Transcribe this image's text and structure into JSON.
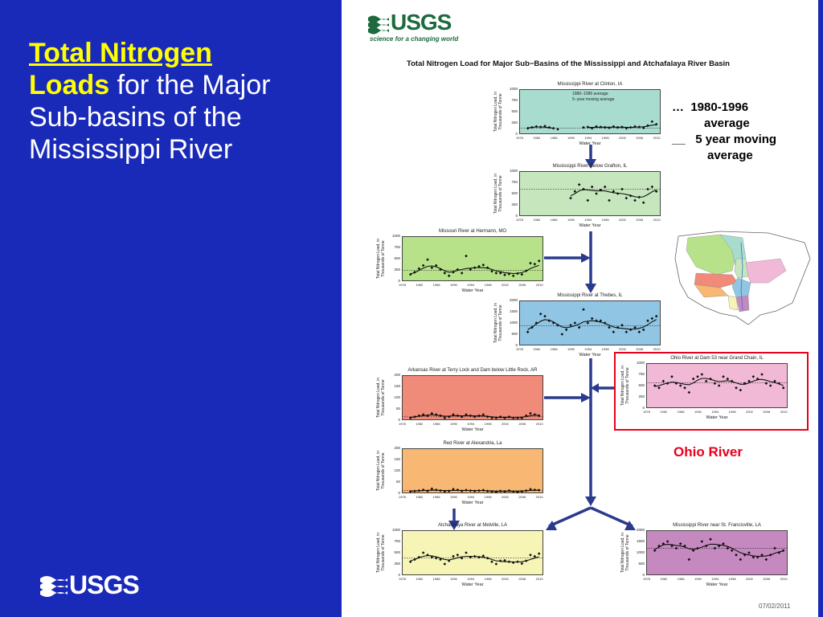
{
  "slide": {
    "title_part1": "Total Nitrogen",
    "title_part2": "Loads",
    "title_rest": " for the Major Sub-basins of the Mississippi River",
    "logo_text": "USGS",
    "usgs_tagline": "science for a changing world",
    "figure_title": "Total Nitrogen Load for Major Sub−Basins of the Mississippi and Atchafalaya River Basin",
    "legend_dots": "…",
    "legend_avg_line1": "1980-1996",
    "legend_avg_line2": "average",
    "legend_dash": "__",
    "legend_ma_line1": "5 year moving",
    "legend_ma_line2": "average",
    "ohio_label": "Ohio River",
    "date": "07/02/2011"
  },
  "colors": {
    "left_bg": "#1a2ab8",
    "title_highlight": "#ffff00",
    "ohio_red": "#e8001c",
    "usgs_green": "#1d6a3e",
    "arrow_blue": "#2a3a8c"
  },
  "common": {
    "ylabel": "Total Nitrogen Load, in Thousands of Tonne",
    "xlabel": "Water Year",
    "xticks": [
      "1978",
      "1982",
      "1986",
      "1990",
      "1994",
      "1998",
      "2002",
      "2006",
      "2010"
    ],
    "inplot_legend_avg": "1980−1996 average",
    "inplot_legend_ma": "5−year moving average"
  },
  "chart_data": [
    {
      "type": "scatter",
      "title": "Mississippi River at Clinton, IA",
      "bg": "#a8dccf",
      "yticks": [
        "0",
        "250",
        "500",
        "750",
        "1000"
      ],
      "ylim": [
        0,
        1000
      ],
      "xlim": [
        1978,
        2011
      ],
      "average": 130,
      "x": [
        1980,
        1981,
        1982,
        1983,
        1984,
        1985,
        1986,
        1987,
        1993,
        1994,
        1995,
        1996,
        1997,
        1998,
        1999,
        2000,
        2001,
        2002,
        2003,
        2004,
        2005,
        2006,
        2007,
        2008,
        2009,
        2010
      ],
      "values": [
        130,
        150,
        170,
        160,
        180,
        150,
        130,
        110,
        150,
        160,
        130,
        170,
        160,
        150,
        140,
        170,
        150,
        160,
        130,
        150,
        170,
        160,
        140,
        190,
        280,
        220
      ],
      "moving_average": [
        140,
        150,
        160,
        160,
        155,
        145,
        130,
        null,
        null,
        150,
        150,
        152,
        155,
        155,
        155,
        155,
        155,
        158,
        150,
        150,
        155,
        160,
        165,
        180,
        200,
        210
      ]
    },
    {
      "type": "scatter",
      "title": "Mississippi River Below Grafton, IL",
      "bg": "#c6e7bd",
      "yticks": [
        "0",
        "250",
        "500",
        "750",
        "1000"
      ],
      "ylim": [
        0,
        1000
      ],
      "xlim": [
        1978,
        2011
      ],
      "average": 600,
      "x": [
        1990,
        1991,
        1992,
        1993,
        1994,
        1995,
        1996,
        1997,
        1998,
        1999,
        2000,
        2001,
        2002,
        2003,
        2004,
        2005,
        2006,
        2007,
        2008,
        2009,
        2010
      ],
      "values": [
        400,
        550,
        700,
        600,
        350,
        650,
        500,
        580,
        650,
        350,
        550,
        500,
        600,
        400,
        450,
        350,
        420,
        300,
        600,
        650,
        550
      ],
      "moving_average": [
        450,
        500,
        560,
        590,
        580,
        570,
        560,
        560,
        560,
        540,
        520,
        510,
        500,
        480,
        460,
        430,
        420,
        430,
        480,
        540,
        580
      ]
    },
    {
      "type": "scatter",
      "title": "Missouri River at Hermann, MO",
      "bg": "#b7e28a",
      "yticks": [
        "0",
        "250",
        "500",
        "750",
        "1000"
      ],
      "ylim": [
        0,
        1000
      ],
      "xlim": [
        1978,
        2011
      ],
      "average": 240,
      "x": [
        1980,
        1981,
        1982,
        1983,
        1984,
        1985,
        1986,
        1987,
        1988,
        1989,
        1990,
        1991,
        1992,
        1993,
        1994,
        1995,
        1996,
        1997,
        1998,
        1999,
        2000,
        2001,
        2002,
        2003,
        2004,
        2005,
        2006,
        2007,
        2008,
        2009,
        2010
      ],
      "values": [
        150,
        200,
        280,
        350,
        480,
        300,
        350,
        260,
        180,
        120,
        200,
        260,
        180,
        560,
        260,
        300,
        330,
        360,
        300,
        220,
        180,
        180,
        140,
        160,
        120,
        170,
        150,
        230,
        400,
        380,
        450
      ],
      "moving_average": [
        160,
        190,
        240,
        290,
        330,
        340,
        320,
        280,
        230,
        200,
        210,
        240,
        260,
        280,
        290,
        300,
        300,
        300,
        290,
        260,
        230,
        210,
        190,
        180,
        170,
        175,
        190,
        230,
        280,
        320,
        350
      ]
    },
    {
      "type": "scatter",
      "title": "Mississippi River at Thebes, IL",
      "bg": "#90c6e3",
      "yticks": [
        "0",
        "500",
        "1000",
        "1500",
        "2000"
      ],
      "ylim": [
        0,
        2000
      ],
      "xlim": [
        1978,
        2011
      ],
      "average": 880,
      "x": [
        1980,
        1981,
        1982,
        1983,
        1984,
        1985,
        1986,
        1987,
        1988,
        1989,
        1990,
        1991,
        1992,
        1993,
        1994,
        1995,
        1996,
        1997,
        1998,
        1999,
        2000,
        2001,
        2002,
        2003,
        2004,
        2005,
        2006,
        2007,
        2008,
        2009,
        2010
      ],
      "values": [
        600,
        800,
        1000,
        1400,
        1300,
        1100,
        1000,
        900,
        500,
        700,
        900,
        1000,
        800,
        1600,
        1000,
        1200,
        1100,
        1100,
        1000,
        800,
        600,
        800,
        900,
        600,
        700,
        800,
        600,
        700,
        1100,
        1200,
        1300
      ],
      "moving_average": [
        700,
        820,
        950,
        1080,
        1150,
        1120,
        1050,
        920,
        820,
        790,
        820,
        880,
        950,
        1050,
        1080,
        1100,
        1080,
        1040,
        980,
        900,
        820,
        780,
        760,
        740,
        720,
        730,
        760,
        820,
        920,
        1050,
        1150
      ]
    },
    {
      "type": "scatter",
      "title": "Ohio River at Dam 53 near Grand Chain, IL",
      "bg": "#f1b9d6",
      "yticks": [
        "0",
        "250",
        "500",
        "750",
        "1000"
      ],
      "ylim": [
        0,
        1000
      ],
      "xlim": [
        1978,
        2011
      ],
      "average": 560,
      "x": [
        1980,
        1981,
        1982,
        1983,
        1984,
        1985,
        1986,
        1987,
        1988,
        1989,
        1990,
        1991,
        1992,
        1993,
        1994,
        1995,
        1996,
        1997,
        1998,
        1999,
        2000,
        2001,
        2002,
        2003,
        2004,
        2005,
        2006,
        2007,
        2008,
        2009,
        2010
      ],
      "values": [
        500,
        450,
        600,
        550,
        700,
        550,
        500,
        450,
        350,
        650,
        700,
        750,
        600,
        650,
        550,
        500,
        700,
        650,
        600,
        450,
        400,
        550,
        600,
        700,
        650,
        750,
        550,
        500,
        600,
        550,
        450
      ],
      "moving_average": [
        480,
        500,
        530,
        560,
        580,
        570,
        550,
        530,
        520,
        560,
        620,
        660,
        660,
        640,
        610,
        590,
        600,
        610,
        590,
        560,
        530,
        530,
        560,
        600,
        630,
        640,
        620,
        590,
        570,
        540,
        500
      ]
    },
    {
      "type": "scatter",
      "title": "Arkansas River at Terry Lock and Dam below Little Rock, AR",
      "bg": "#ef8b78",
      "yticks": [
        "0",
        "50",
        "100",
        "150",
        "200"
      ],
      "ylim": [
        0,
        200
      ],
      "xlim": [
        1978,
        2011
      ],
      "average": 15,
      "x": [
        1980,
        1981,
        1982,
        1983,
        1984,
        1985,
        1986,
        1987,
        1988,
        1989,
        1990,
        1991,
        1992,
        1993,
        1994,
        1995,
        1996,
        1997,
        1998,
        1999,
        2000,
        2001,
        2002,
        2003,
        2004,
        2005,
        2006,
        2007,
        2008,
        2009,
        2010
      ],
      "values": [
        10,
        15,
        20,
        25,
        20,
        30,
        25,
        20,
        10,
        15,
        25,
        20,
        15,
        25,
        20,
        15,
        20,
        25,
        15,
        10,
        10,
        15,
        10,
        15,
        10,
        10,
        10,
        20,
        30,
        25,
        20
      ],
      "moving_average": [
        12,
        15,
        18,
        20,
        22,
        24,
        22,
        20,
        18,
        18,
        20,
        20,
        19,
        20,
        20,
        19,
        19,
        19,
        17,
        15,
        13,
        12,
        12,
        12,
        11,
        11,
        13,
        16,
        20,
        22,
        22
      ]
    },
    {
      "type": "scatter",
      "title": "Red River at Alexandria, La",
      "bg": "#f8b772",
      "yticks": [
        "0",
        "50",
        "100",
        "150",
        "200"
      ],
      "ylim": [
        0,
        200
      ],
      "xlim": [
        1978,
        2011
      ],
      "average": 12,
      "x": [
        1980,
        1981,
        1982,
        1983,
        1984,
        1985,
        1986,
        1987,
        1988,
        1989,
        1990,
        1991,
        1992,
        1993,
        1994,
        1995,
        1996,
        1997,
        1998,
        1999,
        2000,
        2001,
        2002,
        2003,
        2004,
        2005,
        2006,
        2007,
        2008,
        2009,
        2010
      ],
      "values": [
        8,
        10,
        12,
        15,
        10,
        20,
        15,
        12,
        8,
        10,
        18,
        15,
        10,
        14,
        12,
        10,
        12,
        14,
        10,
        8,
        6,
        10,
        8,
        12,
        8,
        6,
        8,
        12,
        18,
        15,
        14
      ],
      "moving_average": [
        9,
        10,
        11,
        12,
        13,
        14,
        14,
        13,
        12,
        12,
        13,
        13,
        13,
        13,
        12,
        12,
        12,
        12,
        11,
        10,
        9,
        9,
        9,
        9,
        9,
        9,
        10,
        11,
        13,
        14,
        14
      ]
    },
    {
      "type": "scatter",
      "title": "Atchafalaya River at Melville, LA",
      "bg": "#f6f5b6",
      "yticks": [
        "0",
        "250",
        "500",
        "750",
        "1000"
      ],
      "ylim": [
        0,
        1000
      ],
      "xlim": [
        1978,
        2011
      ],
      "average": 380,
      "x": [
        1980,
        1981,
        1982,
        1983,
        1984,
        1985,
        1986,
        1987,
        1988,
        1989,
        1990,
        1991,
        1992,
        1993,
        1994,
        1995,
        1996,
        1997,
        1998,
        1999,
        2000,
        2001,
        2002,
        2003,
        2004,
        2005,
        2006,
        2007,
        2008,
        2009,
        2010
      ],
      "values": [
        300,
        350,
        400,
        500,
        450,
        400,
        380,
        350,
        250,
        320,
        420,
        450,
        380,
        500,
        400,
        420,
        400,
        430,
        380,
        300,
        250,
        320,
        330,
        300,
        280,
        300,
        260,
        320,
        450,
        420,
        480
      ],
      "moving_average": [
        320,
        350,
        390,
        420,
        440,
        430,
        410,
        380,
        350,
        340,
        360,
        390,
        410,
        420,
        420,
        420,
        410,
        400,
        380,
        350,
        320,
        310,
        300,
        300,
        295,
        295,
        300,
        320,
        350,
        380,
        410
      ]
    },
    {
      "type": "scatter",
      "title": "Mississippi River near St. Francisville, LA",
      "bg": "#c589bf",
      "yticks": [
        "0",
        "500",
        "1000",
        "1500",
        "2000"
      ],
      "ylim": [
        0,
        2000
      ],
      "xlim": [
        1978,
        2011
      ],
      "average": 1200,
      "x": [
        1980,
        1981,
        1982,
        1983,
        1984,
        1985,
        1986,
        1987,
        1988,
        1989,
        1990,
        1991,
        1992,
        1993,
        1994,
        1995,
        1996,
        1997,
        1998,
        1999,
        2000,
        2001,
        2002,
        2003,
        2004,
        2005,
        2006,
        2007,
        2008,
        2009,
        2010
      ],
      "values": [
        1100,
        1300,
        1400,
        1500,
        1300,
        1200,
        1400,
        1300,
        700,
        1100,
        1200,
        1500,
        1300,
        1600,
        1200,
        1300,
        1400,
        1200,
        1100,
        900,
        700,
        900,
        1000,
        800,
        800,
        900,
        700,
        900,
        1200,
        1000,
        1100
      ],
      "moving_average": [
        1150,
        1250,
        1350,
        1380,
        1360,
        1320,
        1300,
        1250,
        1180,
        1150,
        1180,
        1250,
        1320,
        1380,
        1380,
        1350,
        1330,
        1280,
        1200,
        1100,
        1000,
        940,
        900,
        860,
        840,
        840,
        860,
        900,
        980,
        1040,
        1080
      ]
    }
  ]
}
